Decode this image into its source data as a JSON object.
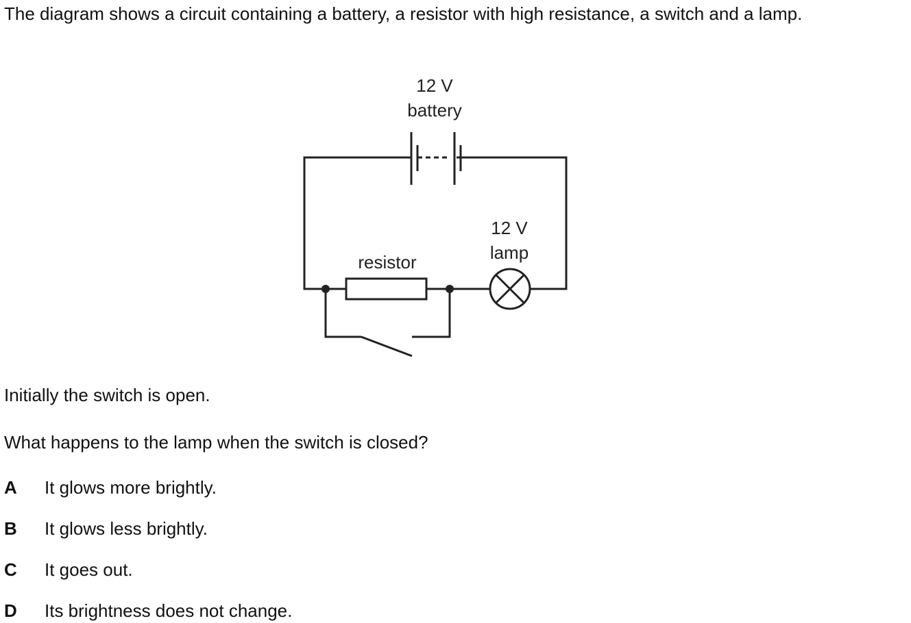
{
  "question": {
    "intro": "The diagram shows a circuit containing a battery, a resistor with high resistance, a switch and a lamp.",
    "initial_state": "Initially the switch is open.",
    "prompt": "What happens to the lamp when the switch is closed?"
  },
  "diagram": {
    "battery_voltage": "12 V",
    "battery_label": "battery",
    "lamp_voltage": "12 V",
    "lamp_label": "lamp",
    "resistor_label": "resistor"
  },
  "options": [
    {
      "letter": "A",
      "text": "It glows more brightly."
    },
    {
      "letter": "B",
      "text": "It glows less brightly."
    },
    {
      "letter": "C",
      "text": "It goes out."
    },
    {
      "letter": "D",
      "text": "Its brightness does not change."
    }
  ]
}
